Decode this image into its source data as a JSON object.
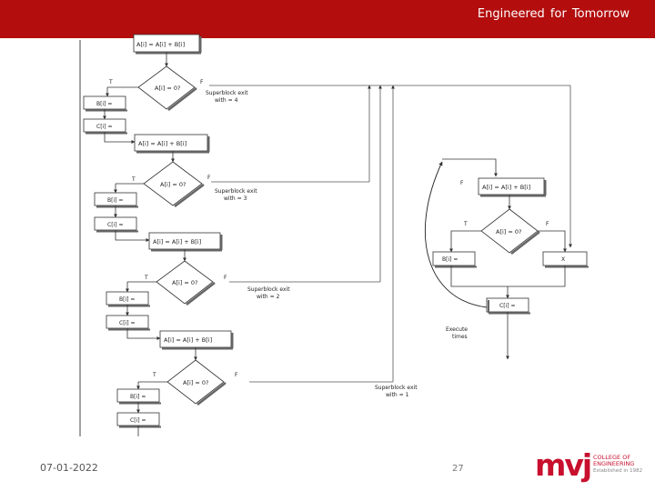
{
  "header": {
    "tagline": "Engineered   for Tomorrow",
    "banner_color": "#b30d0d"
  },
  "diagram": {
    "left": {
      "block1": {
        "assign": "A[i] = A[i] + B[i]",
        "test": "A[i] = 0?",
        "true_label": "T",
        "false_label": "F",
        "b_assign": "B[i] =",
        "c_assign": "C[i] =",
        "exit": "Superblock exit",
        "exit_with": "with     = 4"
      },
      "block2": {
        "assign": "A[i] = A[i] + B[i]",
        "test": "A[i] = 0?",
        "true_label": "T",
        "false_label": "F",
        "b_assign": "B[i] =",
        "c_assign": "C[i] =",
        "exit": "Superblock exit",
        "exit_with": "with     = 3"
      },
      "block3": {
        "assign": "A[i] = A[i] + B[i]",
        "test": "A[i] = 0?",
        "true_label": "T",
        "false_label": "F",
        "b_assign": "B[i] =",
        "c_assign": "C[i] =",
        "exit": "Superblock exit",
        "exit_with": "with     = 2"
      },
      "block4": {
        "assign": "A[i] = A[i] + B[i]",
        "test": "A[i] = 0?",
        "true_label": "T",
        "false_label": "F",
        "b_assign": "B[i] =",
        "c_assign": "C[i] =",
        "exit": "Superblock exit",
        "exit_with": "with     = 1"
      }
    },
    "right": {
      "loop_label": "F",
      "assign": "A[i] = A[i] + B[i]",
      "test": "A[i] = 0?",
      "true_label": "T",
      "false_label": "F",
      "b_assign": "B[i] =",
      "x_box": "X",
      "c_assign": "C[i] =",
      "execute_line1": "Execute",
      "execute_line2": "times"
    }
  },
  "footer": {
    "date": "07-01-2022",
    "page": "27"
  },
  "logo": {
    "mark": "mvj",
    "line1": "COLLEGE OF",
    "line2": "ENGINEERING",
    "line3": "Established in 1982",
    "color": "#c8102e"
  }
}
